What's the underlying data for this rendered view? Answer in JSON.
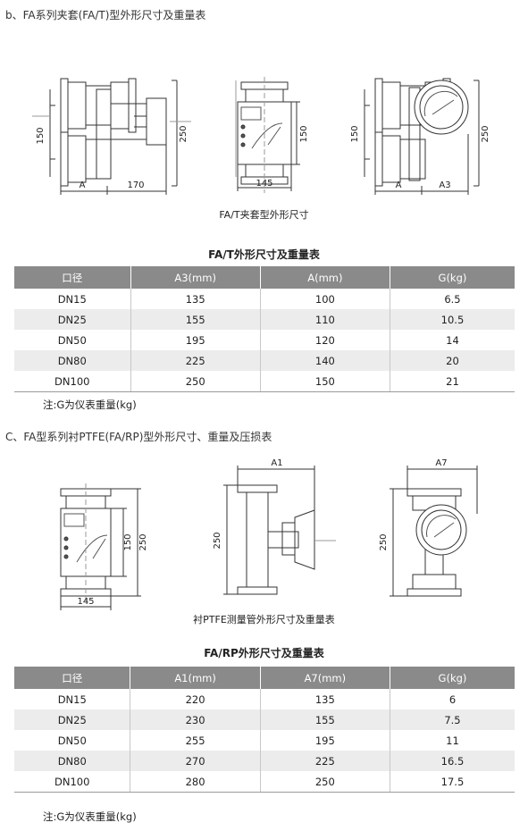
{
  "section_b": {
    "title": "b、FA系列夹套(FA/T)型外形尺寸及重量表",
    "drawing_caption": "FA/T夹套型外形尺寸",
    "dims": {
      "d150_left": "150",
      "d250_left": "250",
      "dA_left": "A",
      "d170": "170",
      "d150_mid": "150",
      "d145_mid": "145",
      "d150_right": "150",
      "d250_right": "250",
      "dA_right": "A",
      "dA3": "A3"
    },
    "table_title": "FA/T外形尺寸及重量表",
    "columns": [
      "口径",
      "A3(mm)",
      "A(mm)",
      "G(kg)"
    ],
    "rows": [
      [
        "DN15",
        "135",
        "100",
        "6.5"
      ],
      [
        "DN25",
        "155",
        "110",
        "10.5"
      ],
      [
        "DN50",
        "195",
        "120",
        "14"
      ],
      [
        "DN80",
        "225",
        "140",
        "20"
      ],
      [
        "DN100",
        "250",
        "150",
        "21"
      ]
    ],
    "note": "注:G为仪表重量(kg)"
  },
  "section_c": {
    "title": "C、FA型系列衬PTFE(FA/RP)型外形尺寸、重量及压损表",
    "drawing_caption": "衬PTFE测量管外形尺寸及重量表",
    "dims": {
      "d150_left": "150",
      "d250_left": "250",
      "d145": "145",
      "dA1": "A1",
      "d250_mid": "250",
      "dA7": "A7",
      "d250_right": "250"
    },
    "table_title": "FA/RP外形尺寸及重量表",
    "columns": [
      "口径",
      "A1(mm)",
      "A7(mm)",
      "G(kg)"
    ],
    "rows": [
      [
        "DN15",
        "220",
        "135",
        "6"
      ],
      [
        "DN25",
        "230",
        "155",
        "7.5"
      ],
      [
        "DN50",
        "255",
        "195",
        "11"
      ],
      [
        "DN80",
        "270",
        "225",
        "16.5"
      ],
      [
        "DN100",
        "280",
        "250",
        "17.5"
      ]
    ],
    "note": "注:G为仪表重量(kg)"
  }
}
